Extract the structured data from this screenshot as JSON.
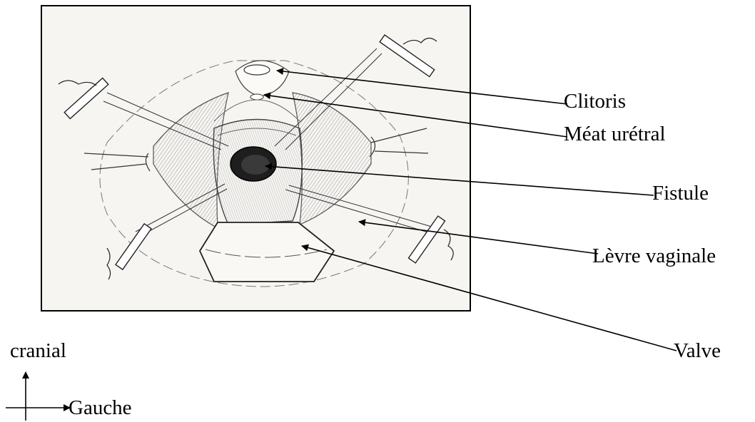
{
  "labels": {
    "clitoris": "Clitoris",
    "meat": "Méat urétral",
    "fistule": "Fistule",
    "levre": "Lèvre vaginale",
    "valve": "Valve"
  },
  "orientation": {
    "cranial": "cranial",
    "gauche": "Gauche"
  }
}
